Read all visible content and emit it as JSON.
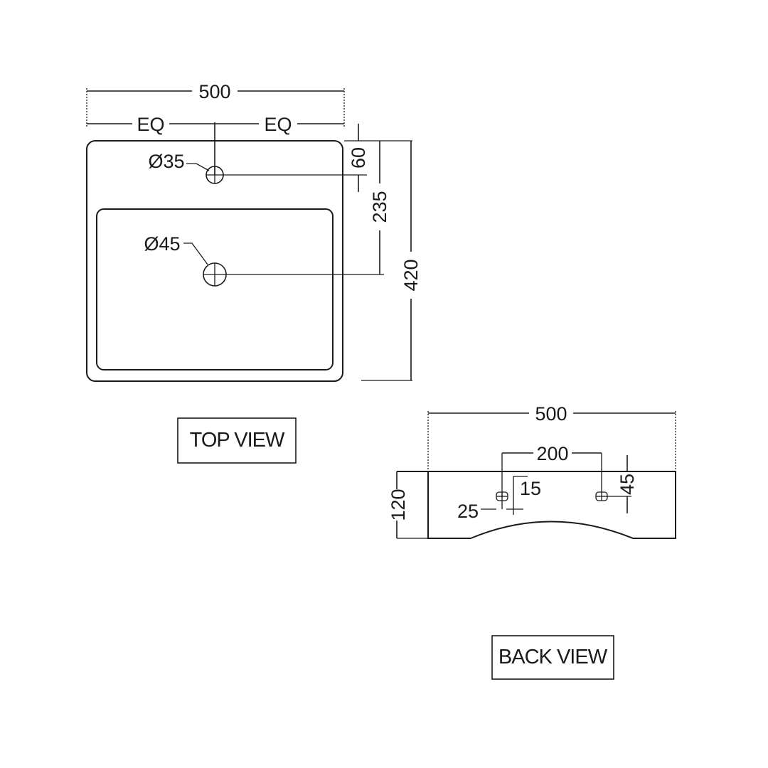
{
  "top_view": {
    "label": "TOP VIEW",
    "dims": {
      "overall_width": "500",
      "eq_left": "EQ",
      "eq_right": "EQ",
      "tap_hole_from_edge": "60",
      "waste_from_edge": "235",
      "overall_depth": "420",
      "tap_hole_dia": "Ø35",
      "waste_dia": "Ø45"
    }
  },
  "back_view": {
    "label": "BACK VIEW",
    "dims": {
      "overall_width": "500",
      "fixing_centres": "200",
      "height": "120",
      "slot_width": "15",
      "slot_offset": "25",
      "fixing_height": "45"
    }
  },
  "colors": {
    "line": "#1a1a1a",
    "background": "#ffffff"
  }
}
